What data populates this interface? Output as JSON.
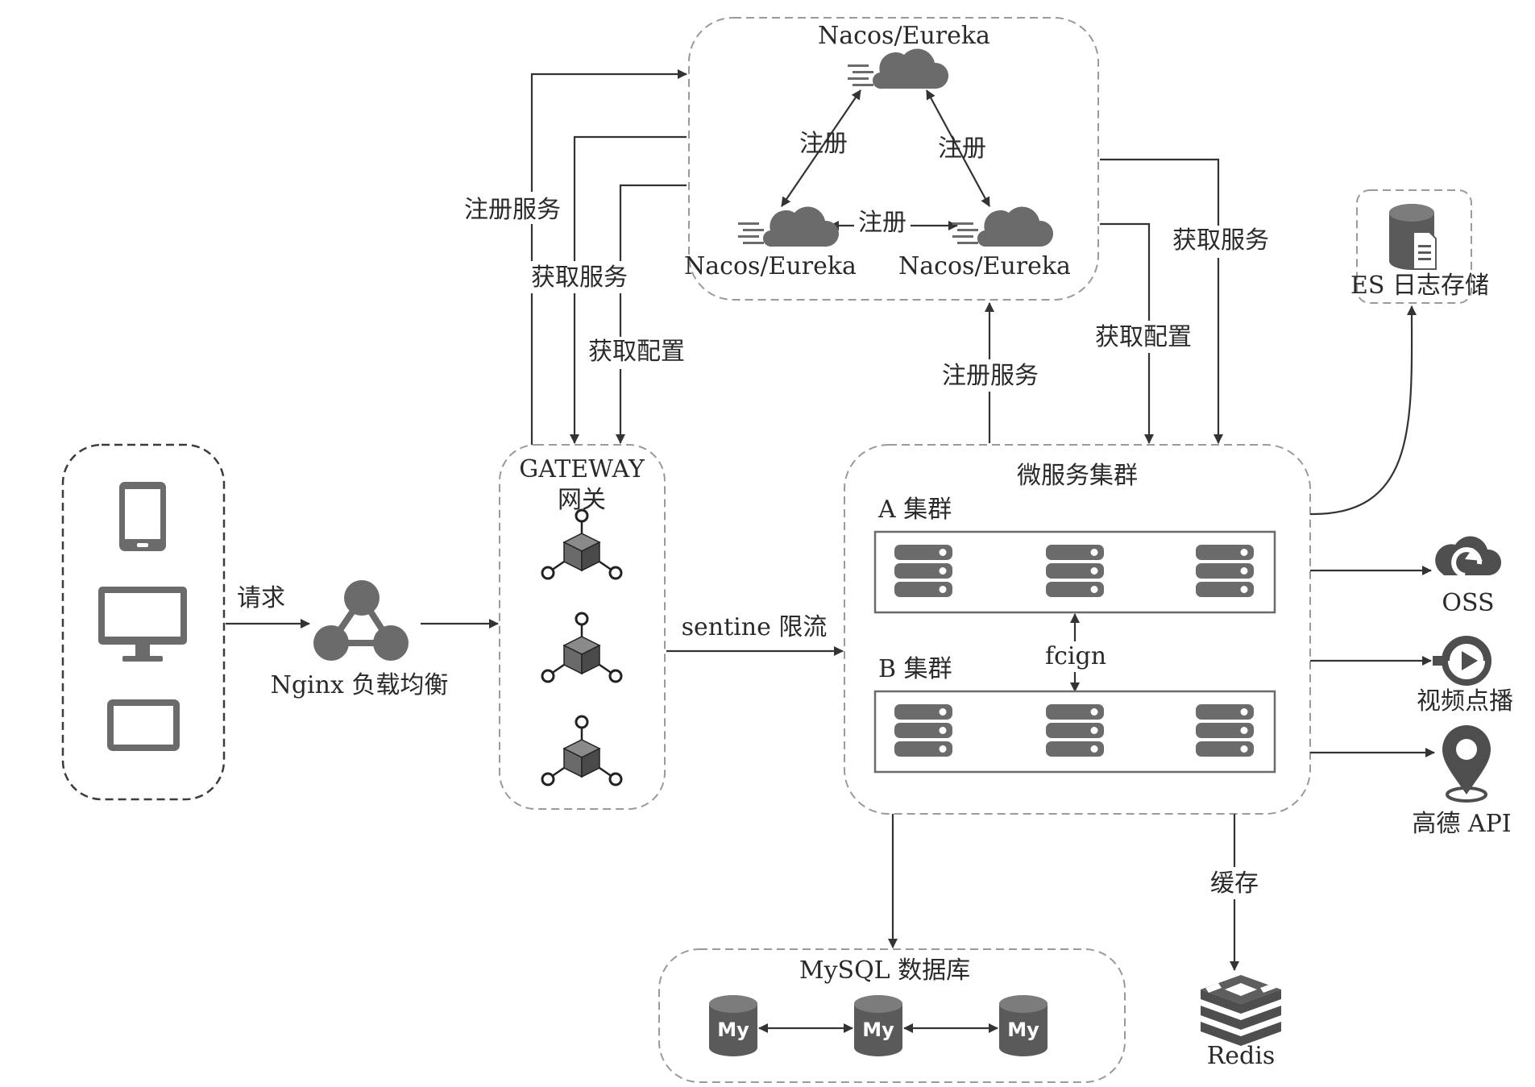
{
  "registry": {
    "top": "Nacos/Eureka",
    "left": "Nacos/Eureka",
    "right": "Nacos/Eureka",
    "reg_left": "注册",
    "reg_right": "注册",
    "reg_bottom": "注册"
  },
  "gateway": {
    "title": "GATEWAY",
    "subtitle": "网关"
  },
  "nginx": {
    "label": "Nginx 负载均衡"
  },
  "edges": {
    "request": "请求",
    "gw_register": "注册服务",
    "gw_get_service": "获取服务",
    "gw_get_config": "获取配置",
    "sentinel": "sentine 限流",
    "ms_register": "注册服务",
    "ms_get_config": "获取配置",
    "ms_get_service": "获取服务",
    "cache": "缓存",
    "feign": "fcign"
  },
  "microservice": {
    "title": "微服务集群",
    "cluster_a": "A 集群",
    "cluster_b": "B 集群"
  },
  "mysql": {
    "title": "MySQL 数据库",
    "db_label": "My"
  },
  "redis": {
    "label": "Redis"
  },
  "externals": {
    "es": "ES 日志存储",
    "oss": "OSS",
    "video": "视频点播",
    "amap": "高德 API"
  },
  "icons": {
    "registry_node": "cloud-icon",
    "client_phone": "tablet-icon",
    "client_desktop": "monitor-icon",
    "client_laptop": "laptop-icon",
    "gateway_node": "cube-icon",
    "load_balancer": "nginx-icon",
    "server": "server-icon",
    "database": "mysql-icon",
    "cache": "redis-icon",
    "logs": "es-icon",
    "storage": "oss-icon",
    "video": "video-icon",
    "map": "map-pin-icon"
  }
}
